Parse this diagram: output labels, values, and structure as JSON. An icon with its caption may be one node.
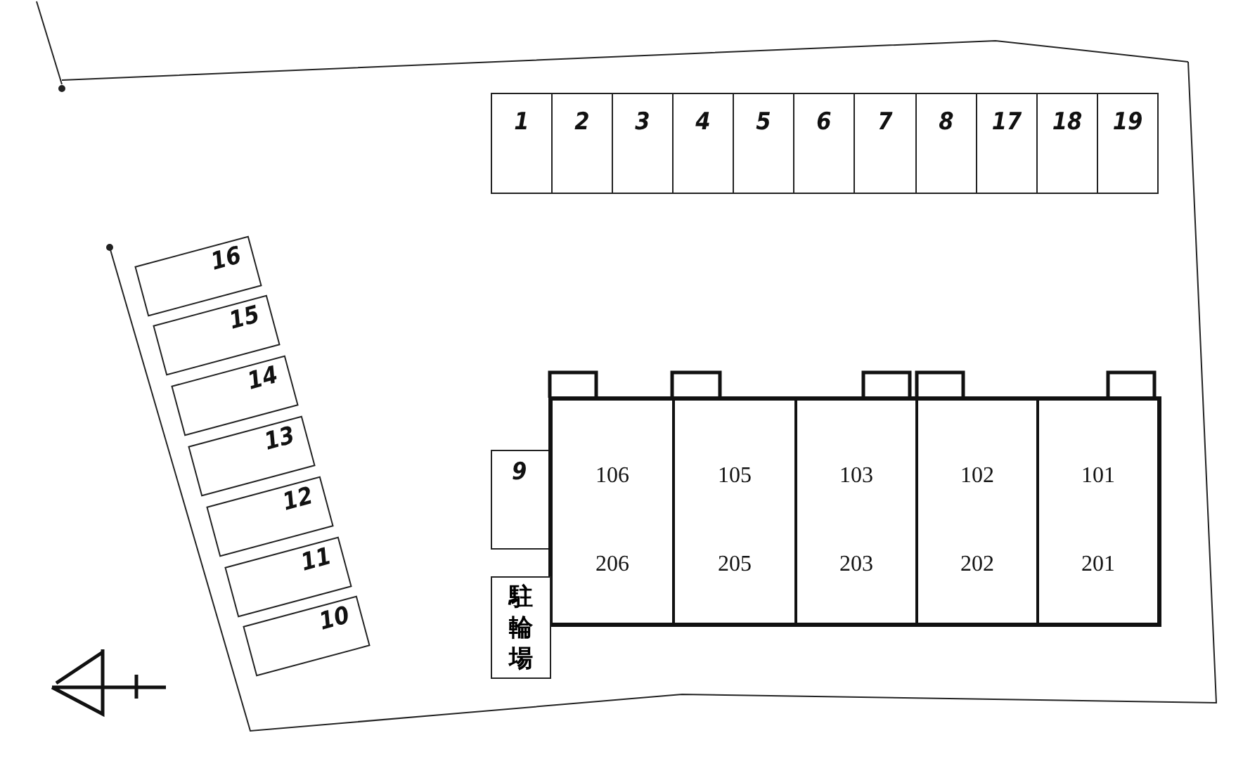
{
  "diagram": {
    "nodes": [
      {
        "text": [
          "1"
        ]
      },
      {
        "text": [
          "2"
        ]
      },
      {
        "text": [
          "3"
        ]
      },
      {
        "text": [
          "4"
        ]
      },
      {
        "text": [
          "5"
        ]
      },
      {
        "text": [
          "6"
        ]
      },
      {
        "text": [
          "7"
        ]
      },
      {
        "text": [
          "8"
        ]
      },
      {
        "text": [
          "17"
        ]
      },
      {
        "text": [
          "18"
        ]
      },
      {
        "text": [
          "19"
        ]
      },
      {
        "text": [
          "16"
        ]
      },
      {
        "text": [
          "15"
        ]
      },
      {
        "text": [
          "14"
        ]
      },
      {
        "text": [
          "13"
        ]
      },
      {
        "text": [
          "12"
        ]
      },
      {
        "text": [
          "11"
        ]
      },
      {
        "text": [
          "10"
        ]
      },
      {
        "text": [
          "9"
        ]
      },
      {
        "text": [],
        "shape": "box"
      },
      {
        "text": [
          "106",
          "206"
        ],
        "in": 19
      },
      {
        "text": [
          "105",
          "205"
        ],
        "in": 19
      },
      {
        "text": [
          "103",
          "203"
        ],
        "in": 19
      },
      {
        "text": [
          "102",
          "202"
        ],
        "in": 19
      },
      {
        "text": [
          "101",
          "201"
        ],
        "in": 19
      },
      {
        "text": [
          "駐輪場"
        ]
      }
    ]
  }
}
